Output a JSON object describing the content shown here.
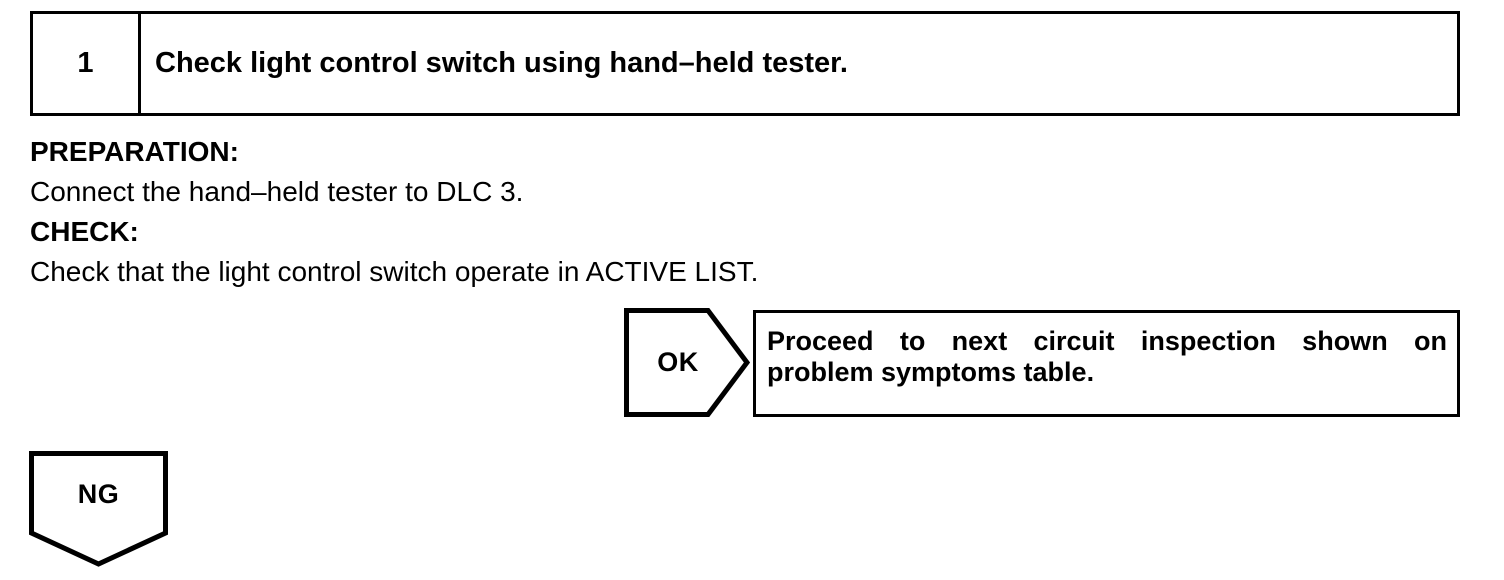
{
  "step": {
    "number": "1",
    "title": "Check light control switch using hand–held tester."
  },
  "instructions": {
    "preparation_heading": "PREPARATION:",
    "preparation_text": "Connect the hand–held tester to DLC 3.",
    "check_heading": "CHECK:",
    "check_text": "Check that the light control switch operate in ACTIVE LIST."
  },
  "branches": {
    "ok": {
      "label": "OK",
      "result_text": "Proceed to next circuit inspection shown on problem symptoms table."
    },
    "ng": {
      "label": "NG"
    }
  },
  "colors": {
    "ink": "#000000",
    "paper": "#ffffff"
  }
}
